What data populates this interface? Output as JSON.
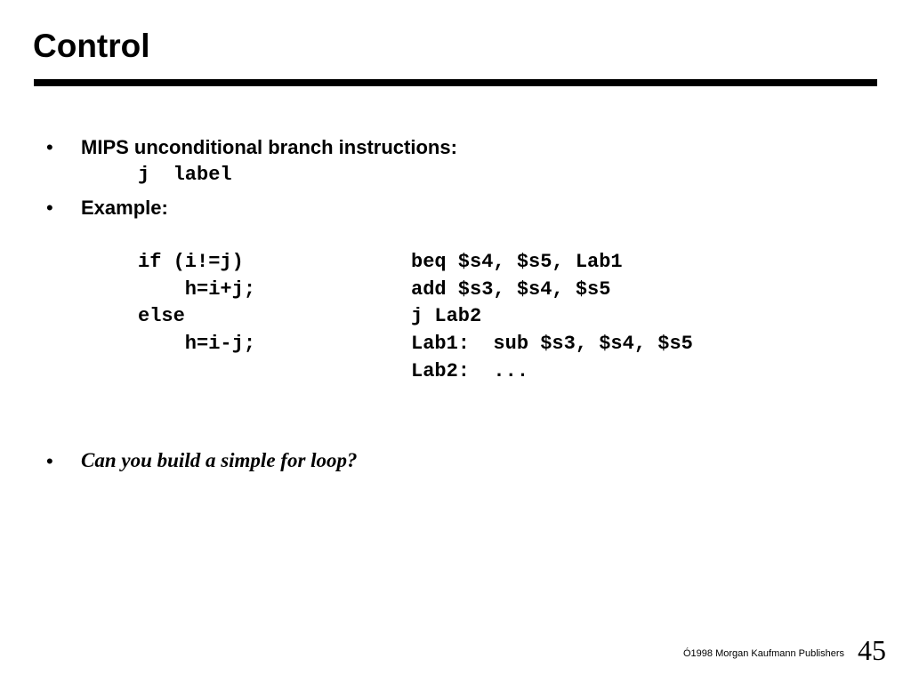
{
  "slide": {
    "title": "Control",
    "bullet_glyph": "•",
    "bullets": [
      {
        "text": "MIPS unconditional branch instructions:",
        "code": "j  label"
      },
      {
        "text": "Example:"
      },
      {
        "text": "Can you build a simple for loop?"
      }
    ],
    "example": {
      "c_code": [
        "if (i!=j)",
        "    h=i+j;",
        "else",
        "    h=i-j;"
      ],
      "asm_code": [
        "beq $s4, $s5, Lab1",
        "add $s3, $s4, $s5",
        "j Lab2",
        "Lab1:  sub $s3, $s4, $s5",
        "Lab2:  ..."
      ]
    },
    "footer": {
      "copyright": "Ó1998 Morgan Kaufmann Publishers",
      "page_number": "45"
    }
  }
}
